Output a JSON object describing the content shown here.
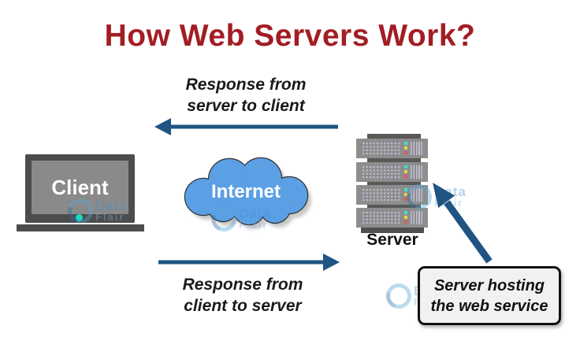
{
  "title": {
    "text": "How Web Servers Work?"
  },
  "flows": {
    "top": {
      "line1": "Response from",
      "line2": "server to client",
      "direction": "right-to-left"
    },
    "bottom": {
      "line1": "Response from",
      "line2": "client to server",
      "direction": "left-to-right"
    }
  },
  "client": {
    "label": "Client"
  },
  "internet": {
    "label": "Internet"
  },
  "server": {
    "label": "Server",
    "unit_count": 4
  },
  "callout": {
    "line1": "Server hosting",
    "line2": "the web service"
  },
  "watermark": {
    "line1": "Data",
    "line2": "Flair"
  },
  "colors": {
    "title": "#A21D24",
    "arrow": "#1F5483",
    "cloud_fill": "#5B9FE4",
    "cloud_stroke": "#333333",
    "power_led": "#14DFC4",
    "led_green": "#35E8C6",
    "led_yellow": "#ECD53F",
    "led_red": "#E25A5A"
  }
}
